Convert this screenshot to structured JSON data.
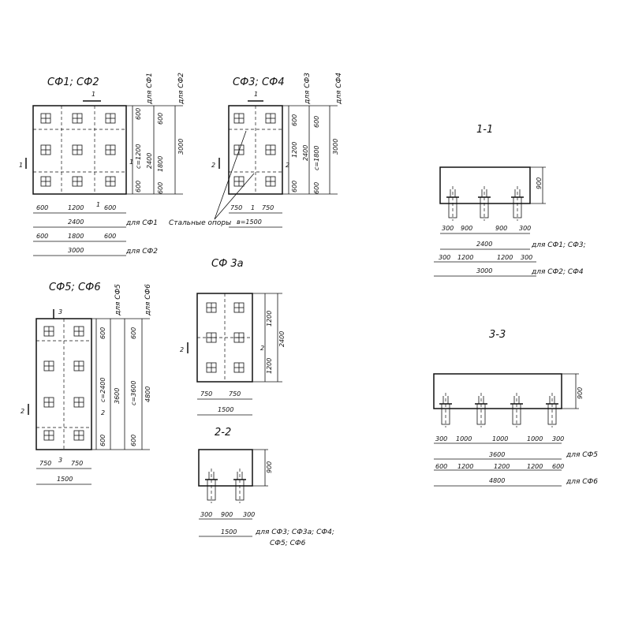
{
  "titles": {
    "sf1_sf2": "СФ1; СФ2",
    "sf3_sf4": "СФ3; СФ4",
    "sf3a": "СФ 3а",
    "sf5_sf6": "СФ5; СФ6",
    "section_1": "1-1",
    "section_2": "2-2",
    "section_3": "3-3"
  },
  "plan_sf1": {
    "col_for_sf1": "для СФ1",
    "col_for_sf2": "для СФ2",
    "v600a": "600",
    "c1200": "с=1200",
    "v600b": "600",
    "v600c": "600",
    "c1800": "1800",
    "v600d": "600",
    "h2400": "2400",
    "h3000": "3000",
    "b600a": "600",
    "b1200": "1200",
    "b600b": "600",
    "b2400": "2400",
    "for_sf1": "для СФ1",
    "c600a": "600",
    "c600b": "600",
    "c3000": "3000",
    "for_sf2": "для СФ2",
    "mark_1_top": "1",
    "mark_1_left": "1",
    "mark_1_right": "1",
    "mark_1_bottom": "1"
  },
  "plan_sf3": {
    "col_for_sf3": "для СФ3",
    "col_for_sf4": "для СФ4",
    "v600a": "600",
    "v1200": "1200",
    "v600b": "600",
    "v600c": "600",
    "c1800": "с=1800",
    "v600d": "600",
    "h2400": "2400",
    "h3000": "3000",
    "b750a": "750",
    "b750b": "750",
    "b1500": "в=1500",
    "steel_supports": "Стальные опоры",
    "mark_1_top": "1",
    "mark_1_bottom": "1",
    "mark_2_left": "2",
    "mark_2_right": "2"
  },
  "plan_sf3a": {
    "v1200a": "1200",
    "v1200b": "1200",
    "h2400": "2400",
    "b750a": "750",
    "b750b": "750",
    "b1500": "1500",
    "mark_2_left": "2",
    "mark_2_right": "2"
  },
  "plan_sf5": {
    "col_for_sf5": "для СФ5",
    "col_for_sf6": "для СФ6",
    "v600a": "600",
    "c2400": "с=2400",
    "v600b": "600",
    "v600c": "600",
    "c3600": "с=3600",
    "v600d": "600",
    "h3600": "3600",
    "h4800": "4800",
    "b750a": "750",
    "b750b": "750",
    "b1500": "1500",
    "mark_3_top": "3",
    "mark_3_bottom": "3",
    "mark_2_left": "2",
    "mark_2_right": "2"
  },
  "section_1_1": {
    "height": "900",
    "r1": [
      "300",
      "900",
      "900",
      "300"
    ],
    "r1_total": "2400",
    "r1_for": "для СФ1; СФ3;",
    "r2": [
      "300",
      "1200",
      "1200",
      "300"
    ],
    "r2_total": "3000",
    "r2_for": "для СФ2; СФ4"
  },
  "section_2_2": {
    "height": "900",
    "r1": [
      "300",
      "900",
      "300"
    ],
    "total": "1500",
    "for_line1": "для СФ3; СФ3а; СФ4;",
    "for_line2": "СФ5; СФ6"
  },
  "section_3_3": {
    "height": "900",
    "r1": [
      "300",
      "1000",
      "1000",
      "1000",
      "300"
    ],
    "r1_total": "3600",
    "r1_for": "для СФ5",
    "r2": [
      "600",
      "1200",
      "1200",
      "1200",
      "600"
    ],
    "r2_total": "4800",
    "r2_for": "для СФ6"
  }
}
